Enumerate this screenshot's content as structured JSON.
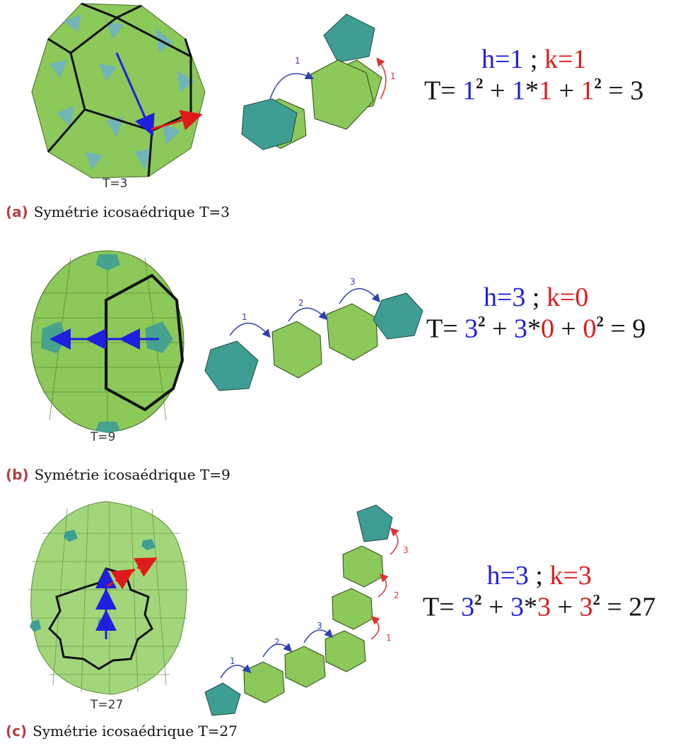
{
  "panels": [
    {
      "id": "a",
      "capsid_label": "T=3",
      "steps": [
        "1",
        "1"
      ],
      "eq": {
        "h_text": "h=1",
        "sep": ";",
        "k_text": "k=1",
        "T_prefix": "T=",
        "h1": "1",
        "exp1": "2",
        "plus1": "+",
        "h2": "1",
        "star": "*",
        "k1": "1",
        "plus2": "+",
        "k2": "1",
        "exp2": "2",
        "result": "= 3"
      },
      "caption_letter": "(a)",
      "caption_text": "Symétrie icosaédrique T=3"
    },
    {
      "id": "b",
      "capsid_label": "T=9",
      "steps": [
        "1",
        "2",
        "3"
      ],
      "eq": {
        "h_text": "h=3",
        "sep": ";",
        "k_text": "k=0",
        "T_prefix": "T=",
        "h1": "3",
        "exp1": "2",
        "plus1": "+",
        "h2": "3",
        "star": "*",
        "k1": "0",
        "plus2": "+",
        "k2": "0",
        "exp2": "2",
        "result": "= 9"
      },
      "caption_letter": "(b)",
      "caption_text": "Symétrie icosaédrique T=9"
    },
    {
      "id": "c",
      "capsid_label": "T=27",
      "steps": [
        "1",
        "2",
        "3",
        "1",
        "2",
        "3"
      ],
      "eq": {
        "h_text": "h=3",
        "sep": ";",
        "k_text": "k=3",
        "T_prefix": "T=",
        "h1": "3",
        "exp1": "2",
        "plus1": "+",
        "h2": "3",
        "star": "*",
        "k1": "3",
        "plus2": "+",
        "k2": "3",
        "exp2": "2",
        "result": "= 27"
      },
      "caption_letter": "(c)",
      "caption_text": "Symétrie icosaédrique T=27"
    }
  ],
  "colors": {
    "h": "#1f1fe0",
    "k": "#e01a1a",
    "hexagon": "#8cc85a",
    "pentagon": "#3f9e93",
    "caption_label": "#b0413e"
  }
}
